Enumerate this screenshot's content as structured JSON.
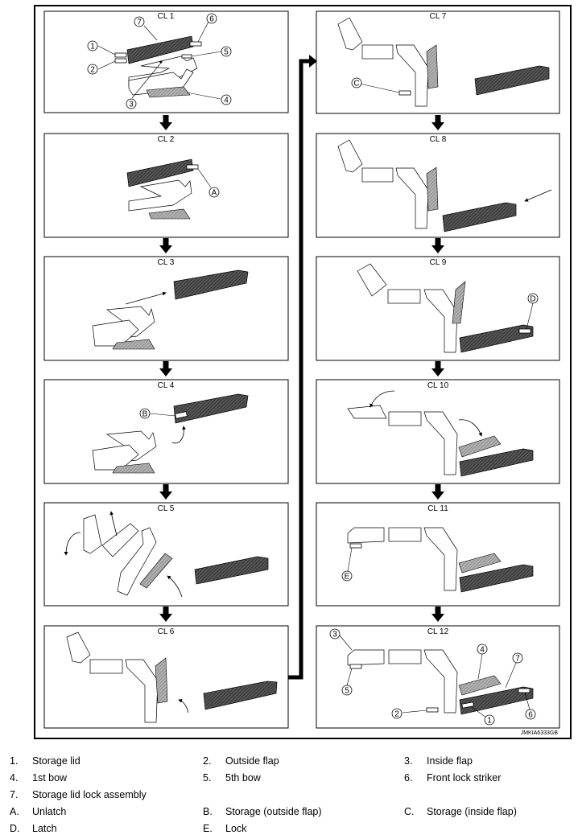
{
  "figure": {
    "ref_code": "JMKIA6333GB",
    "panels": [
      {
        "id": "cl1",
        "title": "CL 1"
      },
      {
        "id": "cl2",
        "title": "CL 2"
      },
      {
        "id": "cl3",
        "title": "CL 3"
      },
      {
        "id": "cl4",
        "title": "CL 4"
      },
      {
        "id": "cl5",
        "title": "CL 5"
      },
      {
        "id": "cl6",
        "title": "CL 6"
      },
      {
        "id": "cl7",
        "title": "CL 7"
      },
      {
        "id": "cl8",
        "title": "CL 8"
      },
      {
        "id": "cl9",
        "title": "CL 9"
      },
      {
        "id": "cl10",
        "title": "CL 10"
      },
      {
        "id": "cl11",
        "title": "CL 11"
      },
      {
        "id": "cl12",
        "title": "CL 12"
      }
    ],
    "callouts": {
      "n1": "1",
      "n2": "2",
      "n3": "3",
      "n4": "4",
      "n5": "5",
      "n6": "6",
      "n7": "7",
      "A": "A",
      "B": "B",
      "C": "C",
      "D": "D",
      "E": "E"
    }
  },
  "legend": [
    {
      "key": "1.",
      "text": "Storage lid"
    },
    {
      "key": "2.",
      "text": "Outside flap"
    },
    {
      "key": "3.",
      "text": "Inside flap"
    },
    {
      "key": "4.",
      "text": "1st bow"
    },
    {
      "key": "5.",
      "text": "5th bow"
    },
    {
      "key": "6.",
      "text": "Front lock striker"
    },
    {
      "key": "7.",
      "text": "Storage lid lock assembly"
    },
    {
      "key": "A.",
      "text": "Unlatch"
    },
    {
      "key": "B.",
      "text": "Storage (outside flap)"
    },
    {
      "key": "C.",
      "text": "Storage (inside flap)"
    },
    {
      "key": "D.",
      "text": "Latch"
    },
    {
      "key": "E.",
      "text": "Lock"
    }
  ],
  "colors": {
    "dark_hatch": "#4a4a4a",
    "light_hatch": "#9a9a9a",
    "frame": "#000000"
  }
}
